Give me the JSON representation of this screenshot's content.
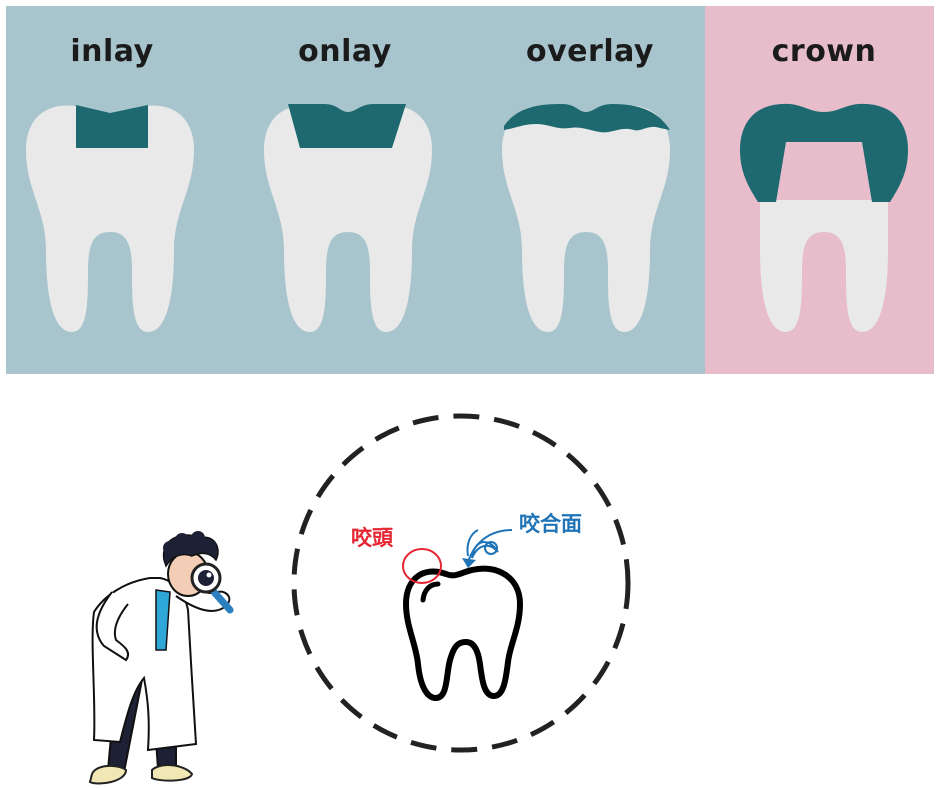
{
  "types": [
    {
      "id": "inlay",
      "label": "inlay"
    },
    {
      "id": "onlay",
      "label": "onlay"
    },
    {
      "id": "overlay",
      "label": "overlay"
    },
    {
      "id": "crown",
      "label": "crown"
    }
  ],
  "detail": {
    "cusp_label": "咬頭",
    "occlusal_label": "咬合面"
  },
  "colors": {
    "teal_panel": "#a8c4cc",
    "pink_panel": "#e7bccb",
    "tooth": "#e9e9ea",
    "restoration": "#1e6870",
    "cusp_label": "#e52532",
    "occlusal_label": "#1f73b7"
  },
  "icons": [
    "magnifier-icon",
    "doctor-illustration",
    "tooth-outline-icon",
    "arrow-icon"
  ]
}
